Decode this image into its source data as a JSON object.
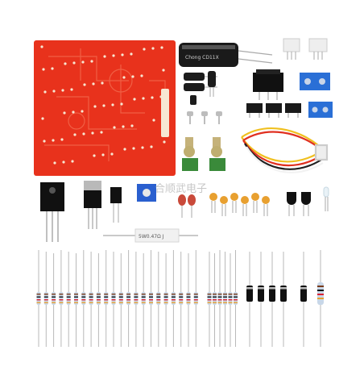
{
  "capacitor_text": "Chong CD11X",
  "ceramic_resistor_text": "5W0.47Ω J",
  "watermark_text": "合顺武电子",
  "colors": {
    "pcb": "#e8321c",
    "pcb_hole": "#f7e7d2",
    "capacitor_body": "#1a1a1a",
    "potentiometer_body": "#3a8a3a",
    "trimmer_body": "#2a5fcf",
    "terminal_block": "#2a6fd6",
    "ceramic_cap": "#e8a030",
    "resistor_body": "#c8d7e8",
    "diode_body": "#111111",
    "wire_colors": [
      "#f0c020",
      "#e03020",
      "#202020",
      "#f2f2f2"
    ]
  }
}
